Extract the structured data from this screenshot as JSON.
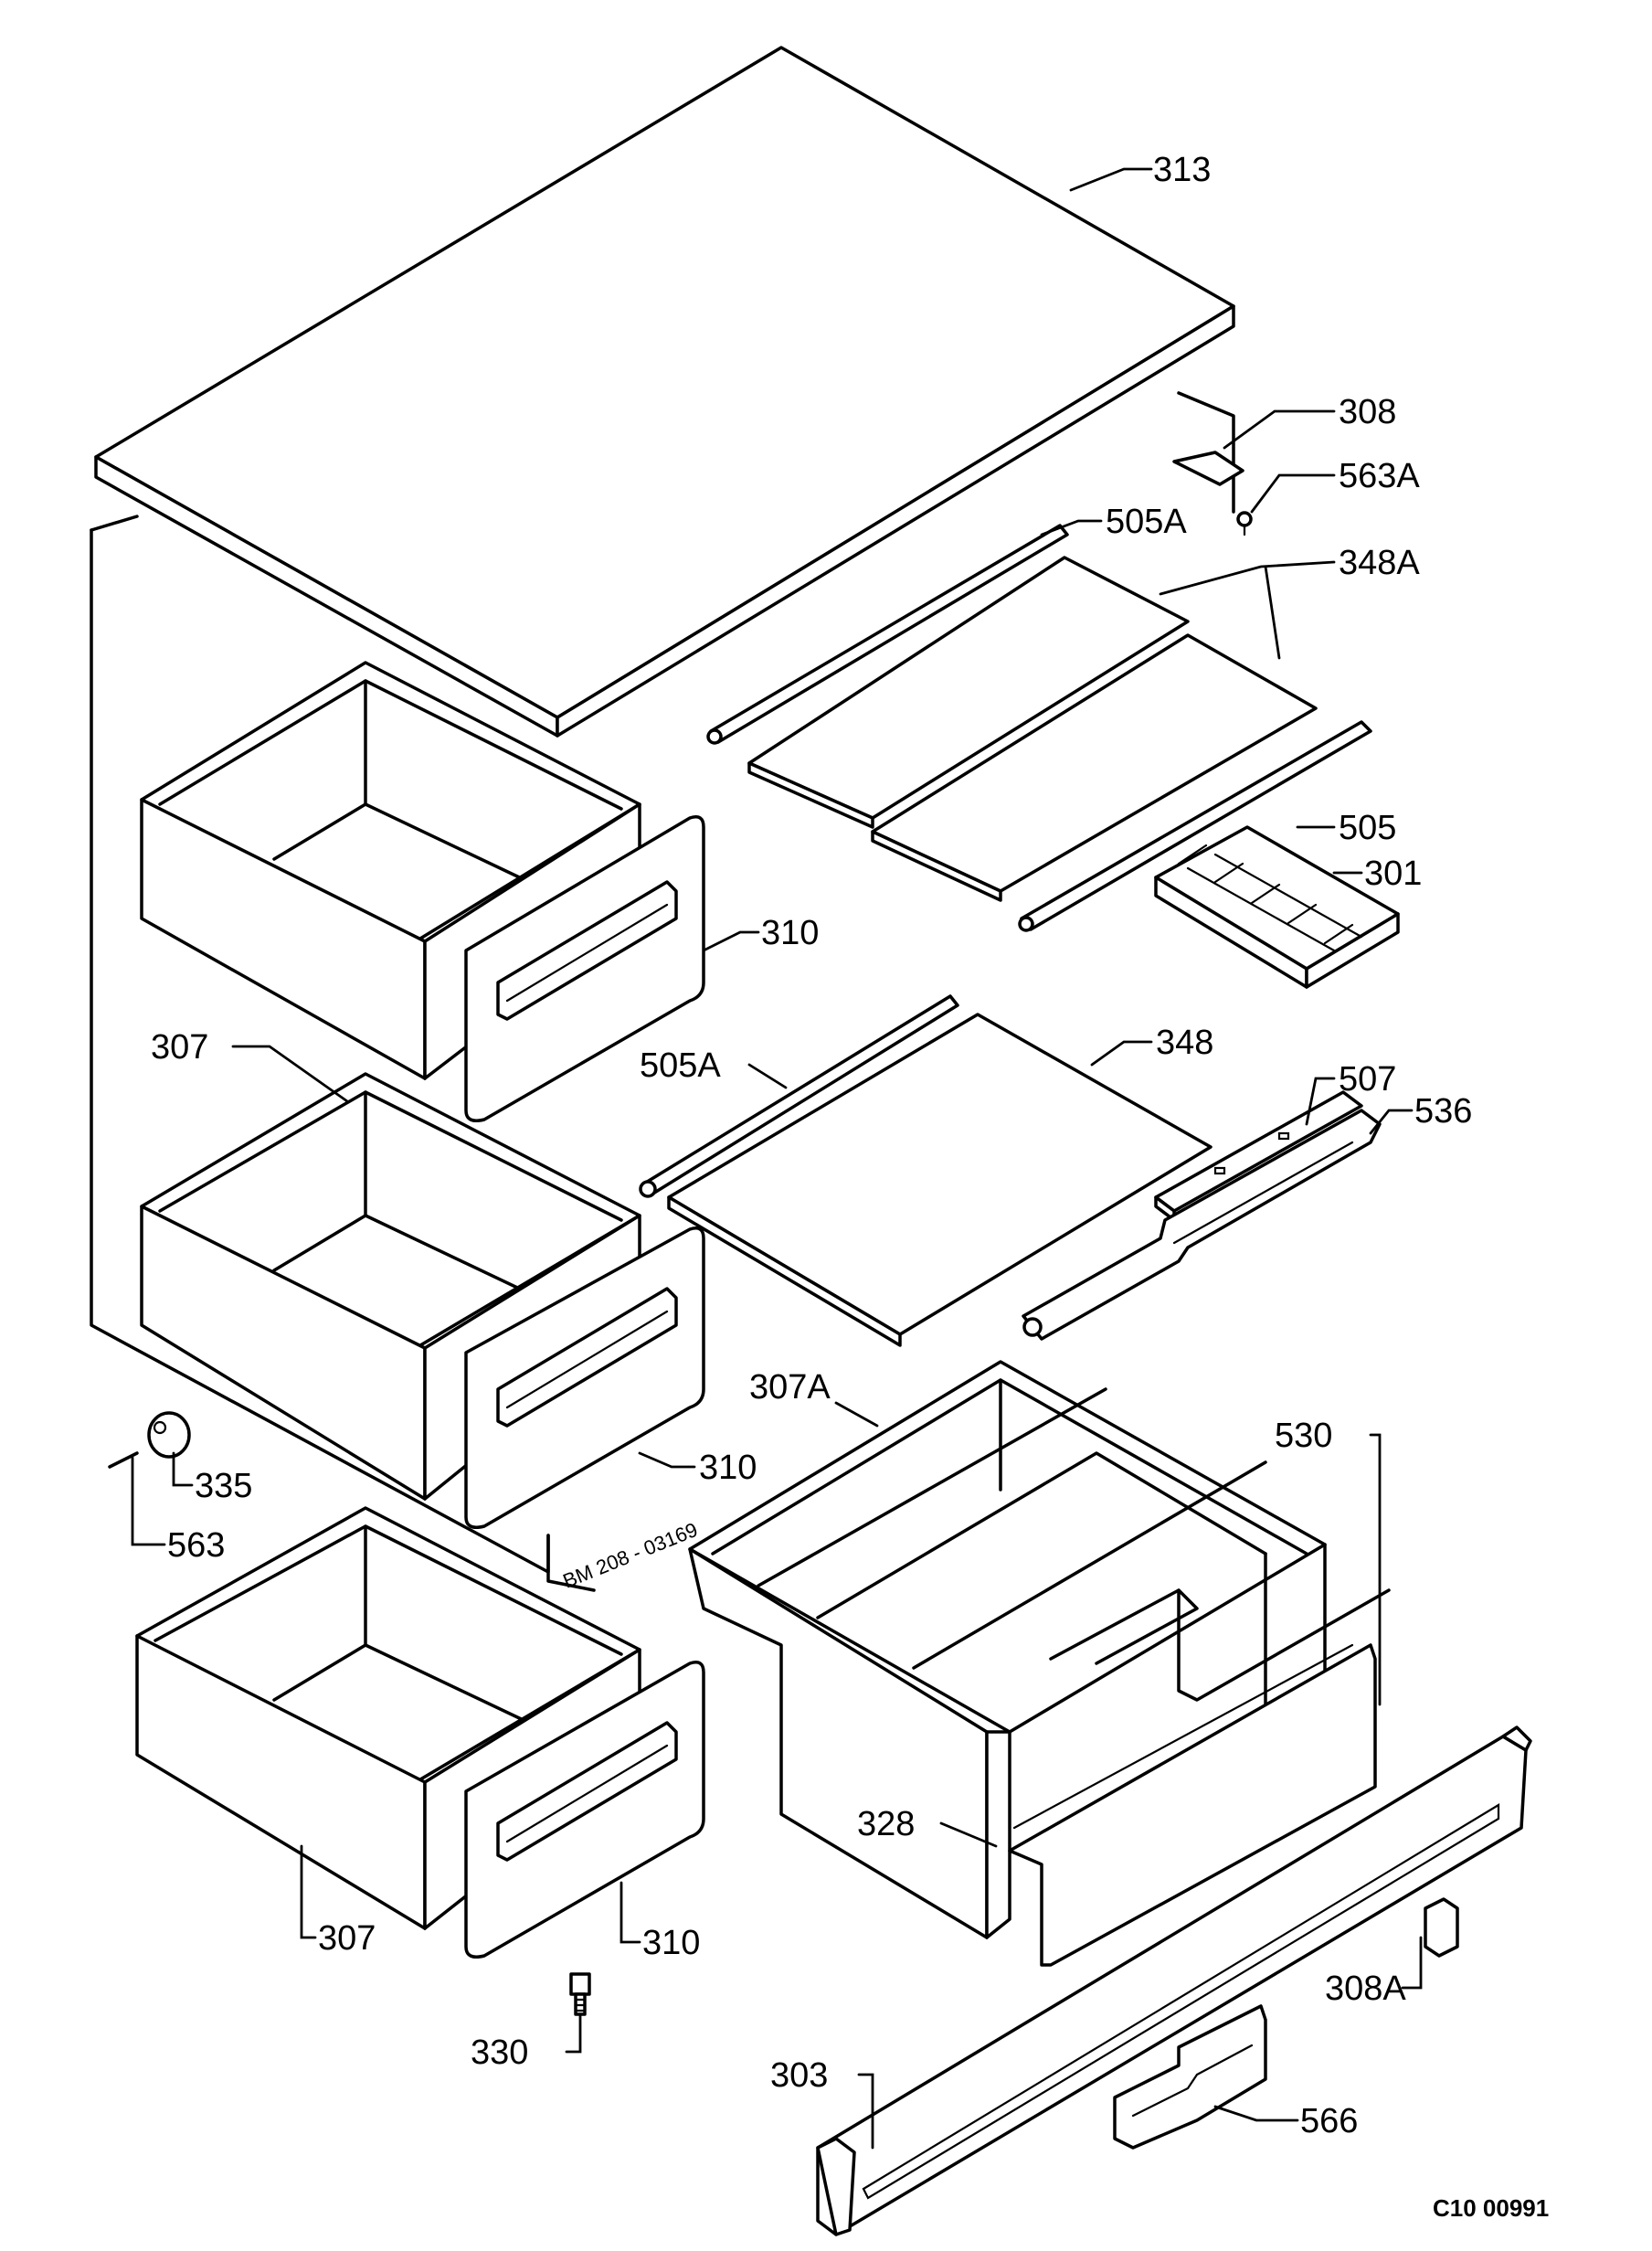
{
  "drawing_number": "C10 00991",
  "stamp": "BM 208 - 03169",
  "callouts": [
    {
      "id": "c313",
      "label": "313"
    },
    {
      "id": "c308",
      "label": "308"
    },
    {
      "id": "c563a",
      "label": "563A"
    },
    {
      "id": "c505a_top",
      "label": "505A"
    },
    {
      "id": "c348a",
      "label": "348A"
    },
    {
      "id": "c505",
      "label": "505"
    },
    {
      "id": "c301",
      "label": "301"
    },
    {
      "id": "c310_top",
      "label": "310"
    },
    {
      "id": "c307_mid",
      "label": "307"
    },
    {
      "id": "c505a_mid",
      "label": "505A"
    },
    {
      "id": "c348",
      "label": "348"
    },
    {
      "id": "c507",
      "label": "507"
    },
    {
      "id": "c536",
      "label": "536"
    },
    {
      "id": "c307a",
      "label": "307A"
    },
    {
      "id": "c530",
      "label": "530"
    },
    {
      "id": "c310_mid",
      "label": "310"
    },
    {
      "id": "c335",
      "label": "335"
    },
    {
      "id": "c563",
      "label": "563"
    },
    {
      "id": "c328",
      "label": "328"
    },
    {
      "id": "c307_bot",
      "label": "307"
    },
    {
      "id": "c310_bot",
      "label": "310"
    },
    {
      "id": "c308a",
      "label": "308A"
    },
    {
      "id": "c330",
      "label": "330"
    },
    {
      "id": "c303",
      "label": "303"
    },
    {
      "id": "c566",
      "label": "566"
    }
  ]
}
